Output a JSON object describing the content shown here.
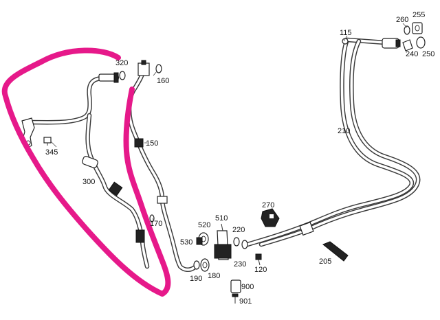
{
  "diagram": {
    "callouts": [
      {
        "id": "callout-115",
        "text": "115"
      },
      {
        "id": "callout-260",
        "text": "260"
      },
      {
        "id": "callout-255",
        "text": "255"
      },
      {
        "id": "callout-240",
        "text": "240"
      },
      {
        "id": "callout-250",
        "text": "250"
      },
      {
        "id": "callout-320",
        "text": "320"
      },
      {
        "id": "callout-160",
        "text": "160"
      },
      {
        "id": "callout-150",
        "text": "150"
      },
      {
        "id": "callout-345",
        "text": "345"
      },
      {
        "id": "callout-300",
        "text": "300"
      },
      {
        "id": "callout-170",
        "text": "170"
      },
      {
        "id": "callout-210",
        "text": "210"
      },
      {
        "id": "callout-270",
        "text": "270"
      },
      {
        "id": "callout-510",
        "text": "510"
      },
      {
        "id": "callout-520",
        "text": "520"
      },
      {
        "id": "callout-220",
        "text": "220"
      },
      {
        "id": "callout-530",
        "text": "530"
      },
      {
        "id": "callout-230",
        "text": "230"
      },
      {
        "id": "callout-120",
        "text": "120"
      },
      {
        "id": "callout-205",
        "text": "205"
      },
      {
        "id": "callout-190",
        "text": "190"
      },
      {
        "id": "callout-180",
        "text": "180"
      },
      {
        "id": "callout-900",
        "text": "900"
      },
      {
        "id": "callout-901",
        "text": "901"
      }
    ],
    "highlight_color": "#e6198a",
    "line_color": "#333333"
  }
}
